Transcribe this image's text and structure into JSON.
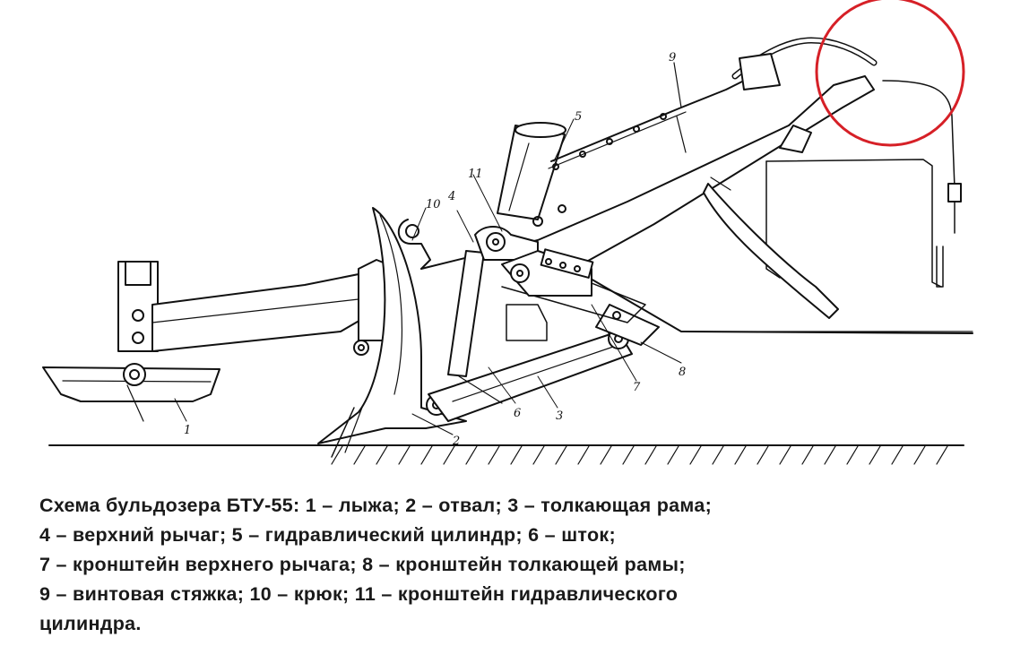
{
  "diagram": {
    "part_numbers": [
      "1",
      "2",
      "3",
      "4",
      "5",
      "6",
      "7",
      "8",
      "9",
      "10",
      "11"
    ],
    "highlight_color": "#d62027",
    "line_color": "#111111"
  },
  "caption": {
    "lines": [
      "Схема бульдозера БТУ-55: 1 – лыжа; 2 – отвал; 3 – толкающая рама;",
      "4 – верхний рычаг; 5 – гидравлический цилиндр; 6 – шток;",
      "7 – кронштейн верхнего рычага; 8 – кронштейн толкающей рамы;",
      "9 – винтовая стяжка; 10 – крюк; 11 – кронштейн гидравлического",
      "цилиндра."
    ]
  }
}
